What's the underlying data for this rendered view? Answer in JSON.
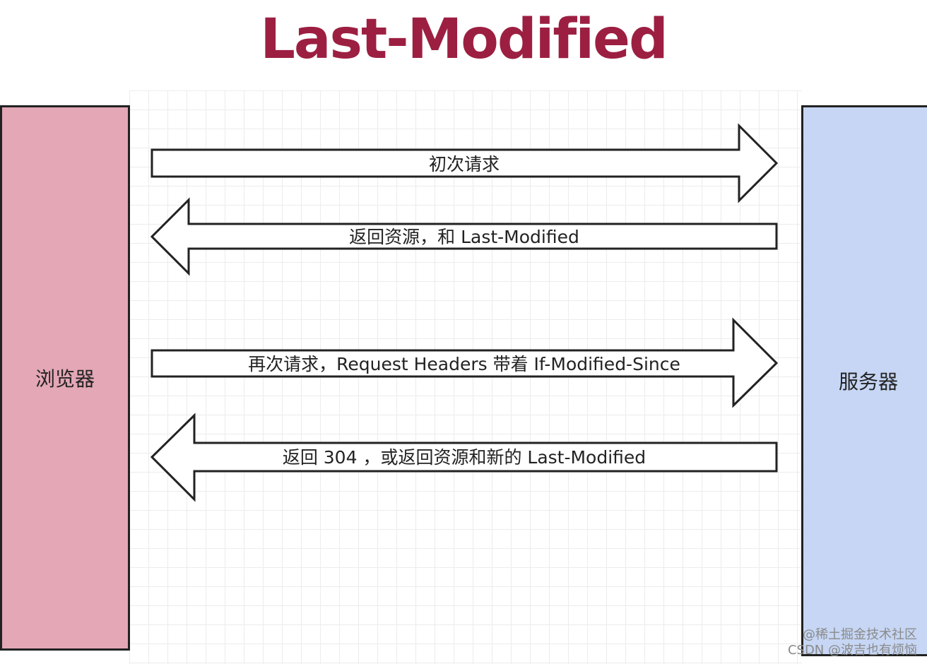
{
  "title": "Last-Modified",
  "browser": {
    "label": "浏览器",
    "color": "#e3a7b6"
  },
  "server": {
    "label": "服务器",
    "color": "#c6d6f4"
  },
  "arrows": [
    {
      "direction": "right",
      "label": "初次请求"
    },
    {
      "direction": "left",
      "label": "返回资源，和 Last-Modified"
    },
    {
      "direction": "right",
      "label": "再次请求，Request Headers 带着 If-Modified-Since"
    },
    {
      "direction": "left",
      "label": "返回 304 ，或返回资源和新的 Last-Modified"
    }
  ],
  "watermark": {
    "line1": "@稀土掘金技术社区",
    "line2": "CSDN @波吉也有烦恼"
  },
  "colors": {
    "title": "#9c1f42",
    "outline": "#222222"
  }
}
